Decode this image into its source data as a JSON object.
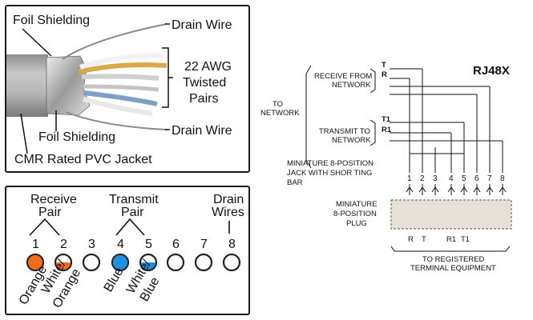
{
  "cable": {
    "foil_top": "Foil Shielding",
    "drain_top": "Drain Wire",
    "pairs_line1": "22 AWG",
    "pairs_line2": "Twisted",
    "pairs_line3": "Pairs",
    "foil_bottom": "Foil Shielding",
    "drain_bottom": "Drain Wire",
    "jacket": "CMR Rated PVC Jacket"
  },
  "pinout": {
    "receive_line1": "Receive",
    "receive_line2": "Pair",
    "transmit_line1": "Transmit",
    "transmit_line2": "Pair",
    "drain_line1": "Drain",
    "drain_line2": "Wires",
    "pins": [
      {
        "num": "1",
        "fill": "#f26b1d",
        "half": false
      },
      {
        "num": "2",
        "fill": "#f26b1d",
        "half": true
      },
      {
        "num": "3",
        "fill": "#ffffff",
        "half": false
      },
      {
        "num": "4",
        "fill": "#1f8fe0",
        "half": false
      },
      {
        "num": "5",
        "fill": "#1f8fe0",
        "half": true
      },
      {
        "num": "6",
        "fill": "#ffffff",
        "half": false
      },
      {
        "num": "7",
        "fill": "#ffffff",
        "half": false
      },
      {
        "num": "8",
        "fill": "#ffffff",
        "half": false
      }
    ],
    "color_labels": {
      "orange": "Orange",
      "white_orange_1": "White/",
      "white_orange_2": "Orange",
      "blue": "Blue",
      "white_blue_1": "White/",
      "white_blue_2": "Blue"
    }
  },
  "schematic": {
    "title": "RJ48X",
    "to_network_1": "TO",
    "to_network_2": "NETWORK",
    "receive_1": "RECEIVE FROM",
    "receive_2": "NETWORK",
    "transmit_1": "TRANSMIT TO",
    "transmit_2": "NETWORK",
    "lead_T": "T",
    "lead_R": "R",
    "lead_T1": "T1",
    "lead_R1": "R1",
    "jack_1": "MINIATURE 8-POSITION",
    "jack_2": "JACK WITH SHOR TING",
    "jack_3": "BAR",
    "plug_1": "MINIATURE",
    "plug_2": "8-POSITION",
    "plug_3": "PLUG",
    "pin_numbers": [
      "1",
      "2",
      "3",
      "4",
      "5",
      "6",
      "7",
      "8"
    ],
    "plug_R": "R",
    "plug_T": "T",
    "plug_R1": "R1",
    "plug_T1": "T1",
    "registered_1": "TO REGISTERED",
    "registered_2": "TERMINAL EQUIPMENT"
  },
  "colors": {
    "orange": "#f26b1d",
    "blue": "#1f8fe0",
    "jacket_gray": "#b3b3b3",
    "plug_fill": "#e6e0d8"
  }
}
